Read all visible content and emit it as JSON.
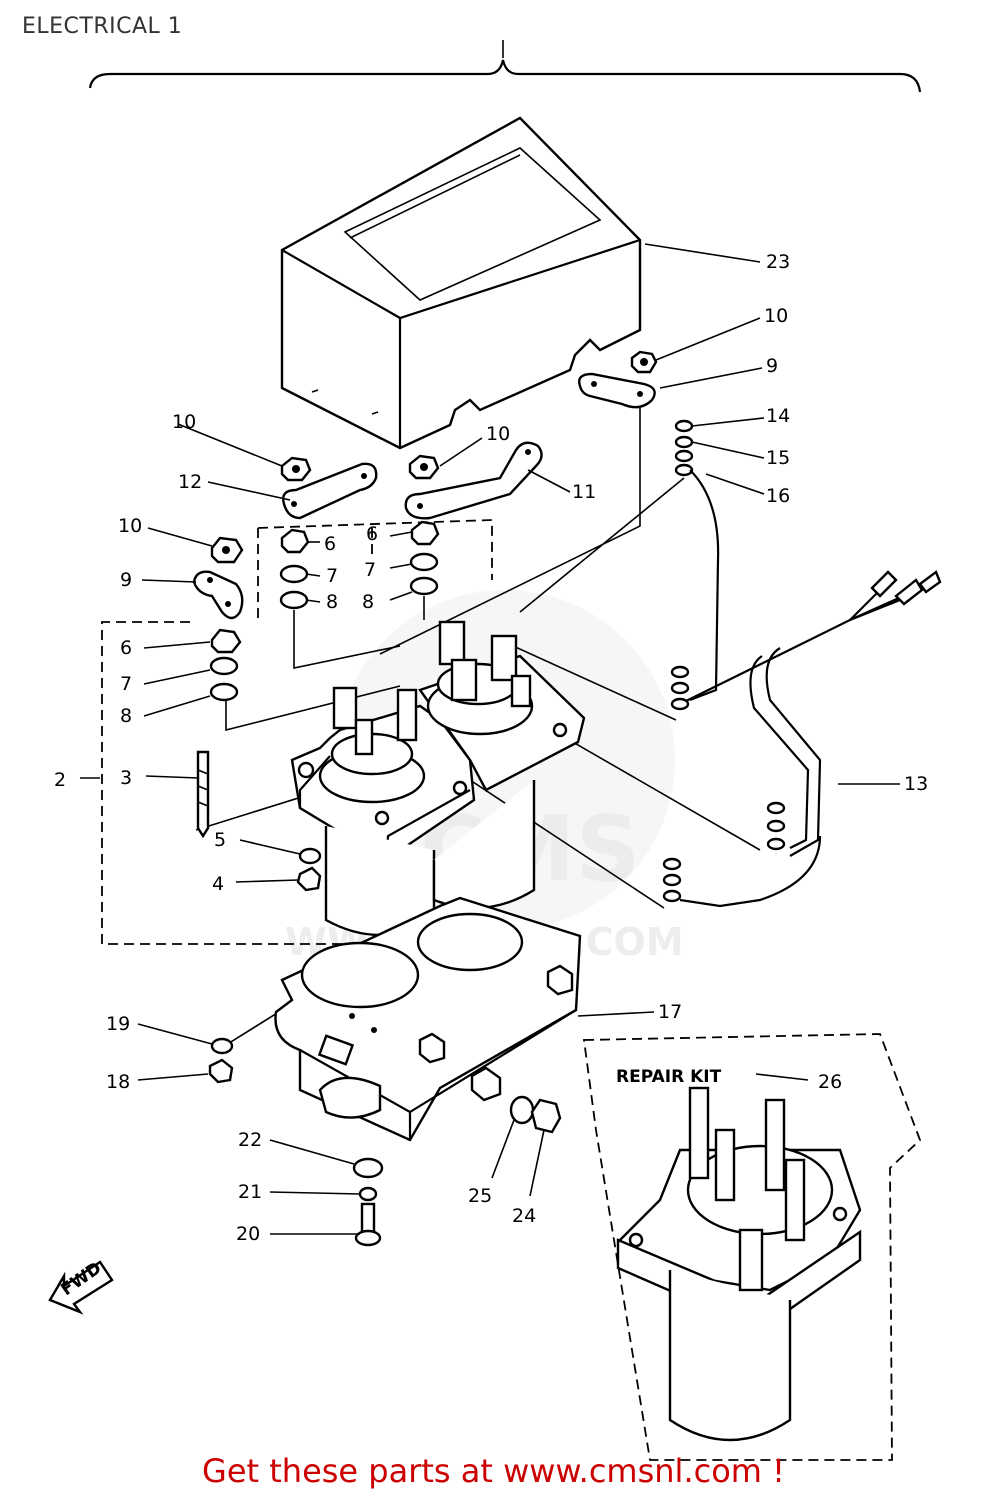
{
  "title": "ELECTRICAL 1",
  "repair_kit": {
    "label": "REPAIR KIT",
    "number": "26"
  },
  "fwd_mark": "FWD",
  "watermark": {
    "logo": "CMS",
    "url": "WWW.CMSNL.COM"
  },
  "promo": "Get these parts at www.cmsnl.com !",
  "callouts": [
    {
      "id": "c23",
      "text": "23"
    },
    {
      "id": "c10a",
      "text": "10"
    },
    {
      "id": "c9a",
      "text": "9"
    },
    {
      "id": "c14",
      "text": "14"
    },
    {
      "id": "c15",
      "text": "15"
    },
    {
      "id": "c16",
      "text": "16"
    },
    {
      "id": "c10b",
      "text": "10"
    },
    {
      "id": "c10c",
      "text": "10"
    },
    {
      "id": "c11",
      "text": "11"
    },
    {
      "id": "c12",
      "text": "12"
    },
    {
      "id": "c10d",
      "text": "10"
    },
    {
      "id": "c6a",
      "text": "6"
    },
    {
      "id": "c6b",
      "text": "6"
    },
    {
      "id": "c7a",
      "text": "7"
    },
    {
      "id": "c7b",
      "text": "7"
    },
    {
      "id": "c8a",
      "text": "8"
    },
    {
      "id": "c8b",
      "text": "8"
    },
    {
      "id": "c9b",
      "text": "9"
    },
    {
      "id": "c6c",
      "text": "6"
    },
    {
      "id": "c7c",
      "text": "7"
    },
    {
      "id": "c8c",
      "text": "8"
    },
    {
      "id": "c2",
      "text": "2"
    },
    {
      "id": "c3",
      "text": "3"
    },
    {
      "id": "c13",
      "text": "13"
    },
    {
      "id": "c5",
      "text": "5"
    },
    {
      "id": "c4",
      "text": "4"
    },
    {
      "id": "c17",
      "text": "17"
    },
    {
      "id": "c19",
      "text": "19"
    },
    {
      "id": "c18",
      "text": "18"
    },
    {
      "id": "c22",
      "text": "22"
    },
    {
      "id": "c21",
      "text": "21"
    },
    {
      "id": "c20",
      "text": "20"
    },
    {
      "id": "c25",
      "text": "25"
    },
    {
      "id": "c24",
      "text": "24"
    }
  ]
}
